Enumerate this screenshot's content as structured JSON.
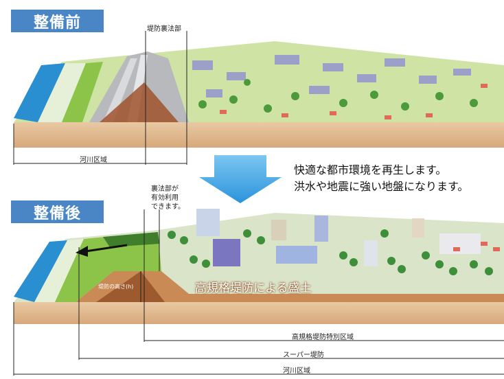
{
  "before": {
    "title": "整備前",
    "levee_back_slope": "堤防裏法部",
    "river_zone": "河川区域"
  },
  "after": {
    "title": "整備後",
    "back_slope_note": [
      "裏法部が",
      "有効利用",
      "できます。"
    ],
    "levee_height": "堤防の高さ(h)",
    "embankment": "高規格堤防による盛土",
    "special_zone": "高規格堤防特別区域",
    "super_levee": "スーパー堤防",
    "river_zone": "河川区域"
  },
  "message": {
    "line1": "快適な都市環境を再生します。",
    "line2": "洪水や地震に強い地盤になります。"
  },
  "colors": {
    "tag_blue": "#4a86c5",
    "arrow_blue": "#3aa0e0",
    "soil": "#c98a55",
    "grass": "#8cc44a",
    "river": "#2a8fd0"
  }
}
